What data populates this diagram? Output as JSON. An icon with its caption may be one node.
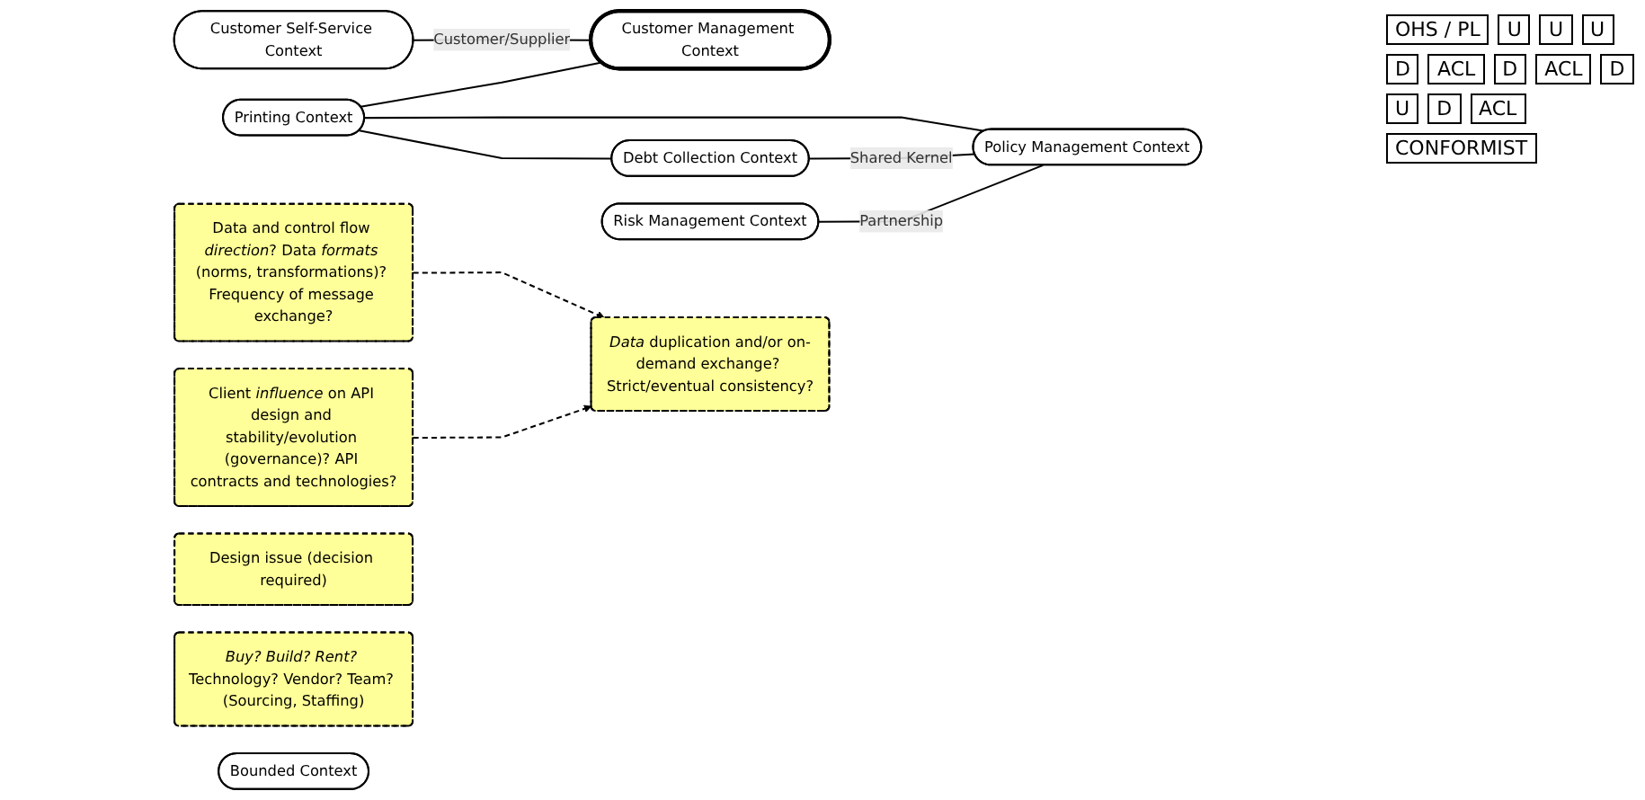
{
  "diagram": {
    "nodes": [
      {
        "text": [
          "Customer Self-Service Context"
        ]
      },
      {
        "text": [
          "Printing Context"
        ]
      },
      {
        "text": [
          "Design issue (decision required)"
        ]
      },
      {
        "text": [
          "Customer Management Context"
        ]
      },
      {
        "text": [
          "Debt Collection Context"
        ]
      },
      {
        "text": [
          "*Data* duplication and/or on-demand exchange? Strict/eventual consistency?"
        ]
      },
      {
        "text": [
          "Risk Management Context"
        ]
      },
      {
        "text": [
          "*Buy? Build? Rent?* Technology? Vendor? Team? (Sourcing, Staffing)"
        ]
      },
      {
        "text": [
          "Policy Management Context"
        ]
      },
      {
        "text": [
          "Data and control flow *direction*? Data *formats* (norms, transformations)? Frequency of message exchange?"
        ]
      },
      {
        "text": [
          "Client *influence* on API design and stability/evolution (governance)? API contracts and technologies?"
        ]
      },
      {
        "text": [
          "Bounded Context"
        ]
      }
    ],
    "edges": [
      {
        "from": 0,
        "to": 3,
        "arrow": "none",
        "label": "Customer/Supplier"
      },
      {
        "from": 1,
        "to": 3,
        "arrow": "none"
      },
      {
        "from": 1,
        "to": 8,
        "arrow": "none"
      },
      {
        "from": 1,
        "to": 4,
        "arrow": "none"
      },
      {
        "from": 4,
        "to": 8,
        "arrow": "none",
        "label": "Shared Kernel"
      },
      {
        "from": 6,
        "to": 8,
        "arrow": "none",
        "label": "Partnership"
      },
      {
        "from": 9,
        "to": 5,
        "arrow": "to",
        "style": "dashed"
      },
      {
        "from": 10,
        "to": 5,
        "arrow": "to",
        "style": "dashed"
      }
    ],
    "labels": [
      "OHS / PL",
      "U",
      "U",
      "U",
      "D",
      "ACL",
      "D",
      "ACL",
      "D",
      "U",
      "D",
      "ACL",
      "CONFORMIST"
    ]
  }
}
